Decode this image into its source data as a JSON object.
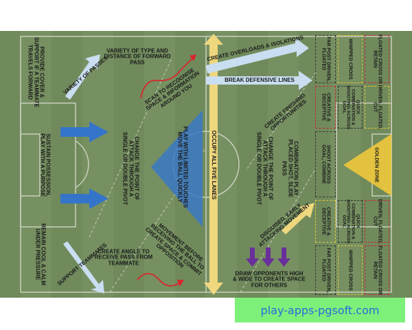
{
  "labels": {
    "provide_cover": "PROVIDE COVER &\nSUPPORT IF A TEAMMATE\nTRAVELS FORWARD",
    "variety_passes": "VARIETY OF PASSES",
    "variety_type": "VARIETY OF TYPE AND\nDISTANCE OF FORWARD\nPASS",
    "scan": "SCAN TO RECOGNISE\nSPACE & INFORMATION\nAROUND YOU",
    "create_overloads": "CREATE OVERLOADS & ISOLATIONS",
    "break_lines": "BREAK DEFENSIVE LINES",
    "create_finishing": "CREATE FINISHING\nOPPORTUNITIES",
    "sustain": "SUSTAIN POSSESSION,\nPLAY WITH A PURPOSE",
    "change_point_1": "CHANGE THE POINT OF\nATTACK THROUGH A\nSINGLE OR DOUBLE PIVOT",
    "play_limited": "PLAY WITH LIMITED TOUCHES\nMOVE THE BALL QUICKLY",
    "occupy": "OCCUPY ALL FIVE LANES",
    "change_point_2": "CHANGE THE POINT OF\nATTACK THROUGH A\nSINGLE OR DOUBLE PIVOT",
    "combination_play": "COMBINATION PLAY\nPLACED SHOT, SLIDE\nPASS",
    "remain_cool": "REMAIN COOL & CALM\nUNDER PRESSURE",
    "support_teammates": "SUPPORT TEAMMATES",
    "create_angle": "CREATE ANGLE TO\nRECEIVE PASS FROM\nTEAMMATE",
    "movement_before": "MOVEMENT BEFORE\nRECEIVING THE BALL TO\nCREATE SPACE & COMMIT\nOPPOSITION",
    "disguised": "DISGUISED, EARLY\nATTACKING MOVEMENT",
    "draw_opponents": "DRAW OPPONENTS HIGH\n& WIDE TO CREATE SPACE\nFOR OTHERS",
    "far_post_top": "FAR POST DRIVEN,\nFLOATED",
    "whipped_top": "WHIPPED CROSS",
    "floated_top": "FLOATED CROSS OR\nRETAIN",
    "creative_top": "CREATIVE &\nDECEPTIVE",
    "quick_top": "QUICK\nCOMBINATION &\nSHOOTING ACROSS\nGOAL",
    "driven_top": "DRIVEN, FLOATED,\nCUT",
    "shoot_across": "SHOOT ACROSS\nGOAL, COMBINE",
    "golden_zone": "GOLDEN ZONE",
    "creative_bot": "CREATIVE &\nDECEPTIVE",
    "quick_bot": "QUICK\nCOMBINATION &\nSHOOTING ACROSS\nGOAL",
    "driven_bot": "DRIVEN, FLOATED,\nCUT",
    "far_post_bot": "FAR POST DRIVEN,\nFLOATED",
    "whipped_bot": "WHIPPED CROSS",
    "floated_bot": "FLOATED CROSS OR\nRETAIN"
  },
  "watermark": "play-apps-pgsoft.com",
  "colors": {
    "pitch": "#708a5c",
    "pitch_stripe": "#7b9566",
    "line": "#d9dccd",
    "blue_arrow": "#3575c9",
    "light_blue_arrow": "#c9def0",
    "yellow": "#efd77e",
    "gold": "#e8c53c",
    "purple": "#6a2f9a",
    "red": "#d8262d",
    "triangle": "#3b78c4",
    "zone_red": "#c9263a",
    "zone_yellow": "#e3c637",
    "zone_dark": "#333333"
  }
}
